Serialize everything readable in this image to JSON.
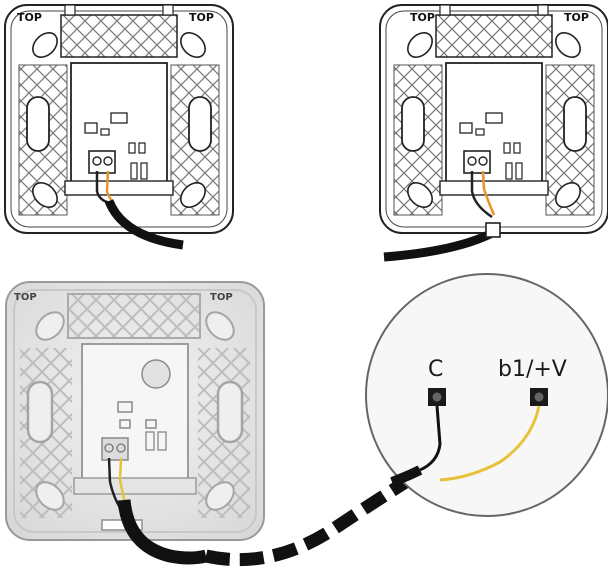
{
  "figure": {
    "panels": [
      {
        "id": "panel-1",
        "top_left_label": "TOP",
        "top_right_label": "TOP",
        "style": "line-drawing",
        "cable_exit": "bottom-right"
      },
      {
        "id": "panel-2",
        "top_left_label": "TOP",
        "top_right_label": "TOP",
        "style": "line-drawing",
        "cable_exit": "bottom-left"
      },
      {
        "id": "panel-3",
        "top_left_label": "TOP",
        "top_right_label": "TOP",
        "style": "photo",
        "cable_exit": "bottom"
      }
    ],
    "zoom_terminals": {
      "left_label": "C",
      "right_label": "b1/+V"
    },
    "colors": {
      "outline": "#222222",
      "cable": "#111111",
      "wire_orange": "#e8932b",
      "wire_yellow": "#e8c23a",
      "photo_plate": "#e9e9e9",
      "zoom_bg": "#f7f7f7"
    }
  }
}
